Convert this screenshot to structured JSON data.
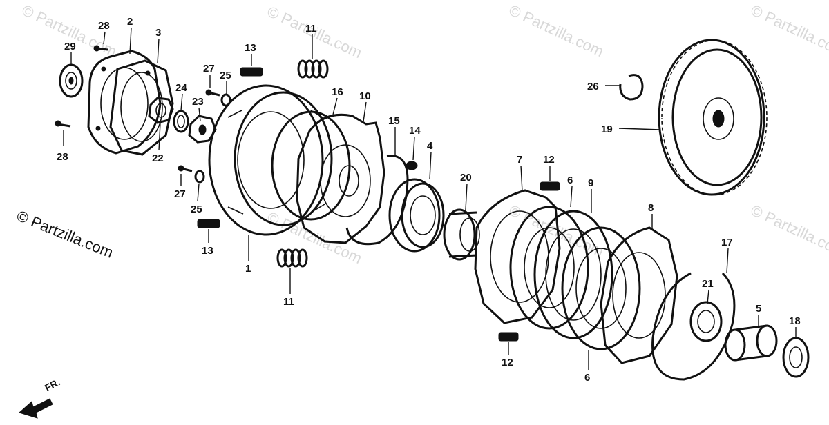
{
  "watermark_text": "© Partzilla.com",
  "copyright_text": "© Partzilla.com",
  "direction_label": "FR.",
  "colors": {
    "ink": "#111111",
    "background": "#ffffff",
    "watermark": "#d8d8d8"
  },
  "callouts": {
    "c1": "1",
    "c2": "2",
    "c3": "3",
    "c4": "4",
    "c5": "5",
    "c6a": "6",
    "c6b": "6",
    "c7": "7",
    "c8": "8",
    "c9": "9",
    "c10": "10",
    "c11a": "11",
    "c11b": "11",
    "c12a": "12",
    "c12b": "12",
    "c13a": "13",
    "c13b": "13",
    "c14": "14",
    "c15": "15",
    "c16": "16",
    "c17": "17",
    "c18": "18",
    "c19": "19",
    "c20": "20",
    "c21": "21",
    "c22": "22",
    "c23": "23",
    "c24": "24",
    "c25a": "25",
    "c25b": "25",
    "c26": "26",
    "c27a": "27",
    "c27b": "27",
    "c28a": "28",
    "c28b": "28",
    "c29": "29"
  }
}
